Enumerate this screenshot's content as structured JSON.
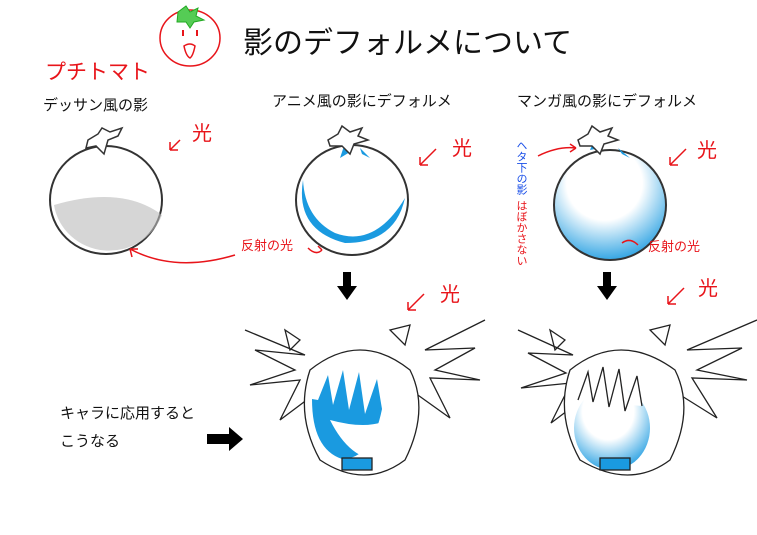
{
  "title": "影のデフォルメについて",
  "mascot_name": "プチトマト",
  "columns": [
    {
      "label": "デッサン風の影"
    },
    {
      "label": "アニメ風の影にデフォルメ"
    },
    {
      "label": "マンガ風の影にデフォルメ"
    }
  ],
  "light_label": "光",
  "reflected_light_label": "反射の光",
  "vertical_note_blue": "ヘタ下の影",
  "vertical_note_red": "はぼかさない",
  "apply_note_line1": "キャラに応用すると",
  "apply_note_line2": "こうなる",
  "colors": {
    "shadow_blue": "#1a9ae0",
    "annotation_red": "#e8141a",
    "note_blue": "#1a4fe8"
  }
}
